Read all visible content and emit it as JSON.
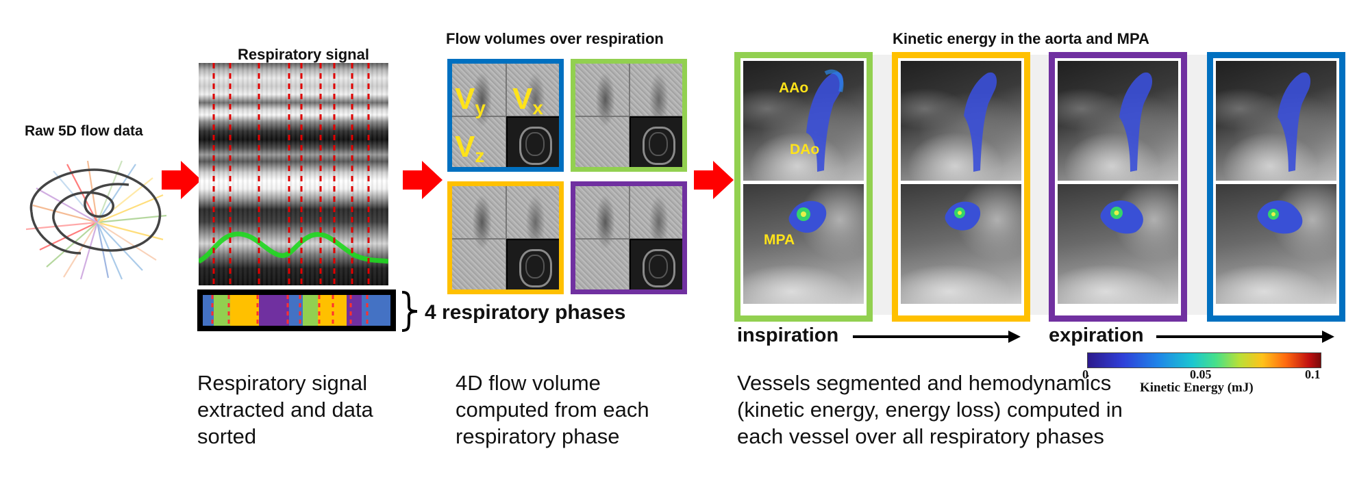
{
  "raw": {
    "title": "Raw 5D flow data"
  },
  "resp": {
    "title": "Respiratory signal",
    "phases_label": "4 respiratory phases",
    "description": "Respiratory signal extracted and data sorted",
    "phase_colors": [
      "#4472c4",
      "#92d050",
      "#ffc000",
      "#7030a0",
      "#4472c4",
      "#92d050",
      "#ffc000",
      "#7030a0",
      "#4472c4"
    ]
  },
  "flow": {
    "title": "Flow volumes over respiration",
    "description": "4D flow volume computed from each respiratory phase",
    "vy": "V",
    "vy_sub": "y",
    "vx": "V",
    "vx_sub": "x",
    "vz": "V",
    "vz_sub": "z",
    "frame_colors": [
      "#0070c0",
      "#92d050",
      "#ffc000",
      "#7030a0"
    ]
  },
  "ke": {
    "title": "Kinetic energy in the aorta and MPA",
    "aao": "AAo",
    "dao": "DAo",
    "mpa": "MPA",
    "inspiration": "inspiration",
    "expiration": "expiration",
    "description": "Vessels segmented and hemodynamics (kinetic energy, energy loss) computed in each vessel over all respiratory phases",
    "frame_colors": [
      "#92d050",
      "#ffc000",
      "#7030a0",
      "#0070c0"
    ],
    "colorbar": {
      "min": "0",
      "mid": "0.05",
      "max": "0.1",
      "label": "Kinetic Energy (mJ)"
    }
  },
  "colors": {
    "arrow": "#ff0000",
    "label": "#ffe31a"
  }
}
